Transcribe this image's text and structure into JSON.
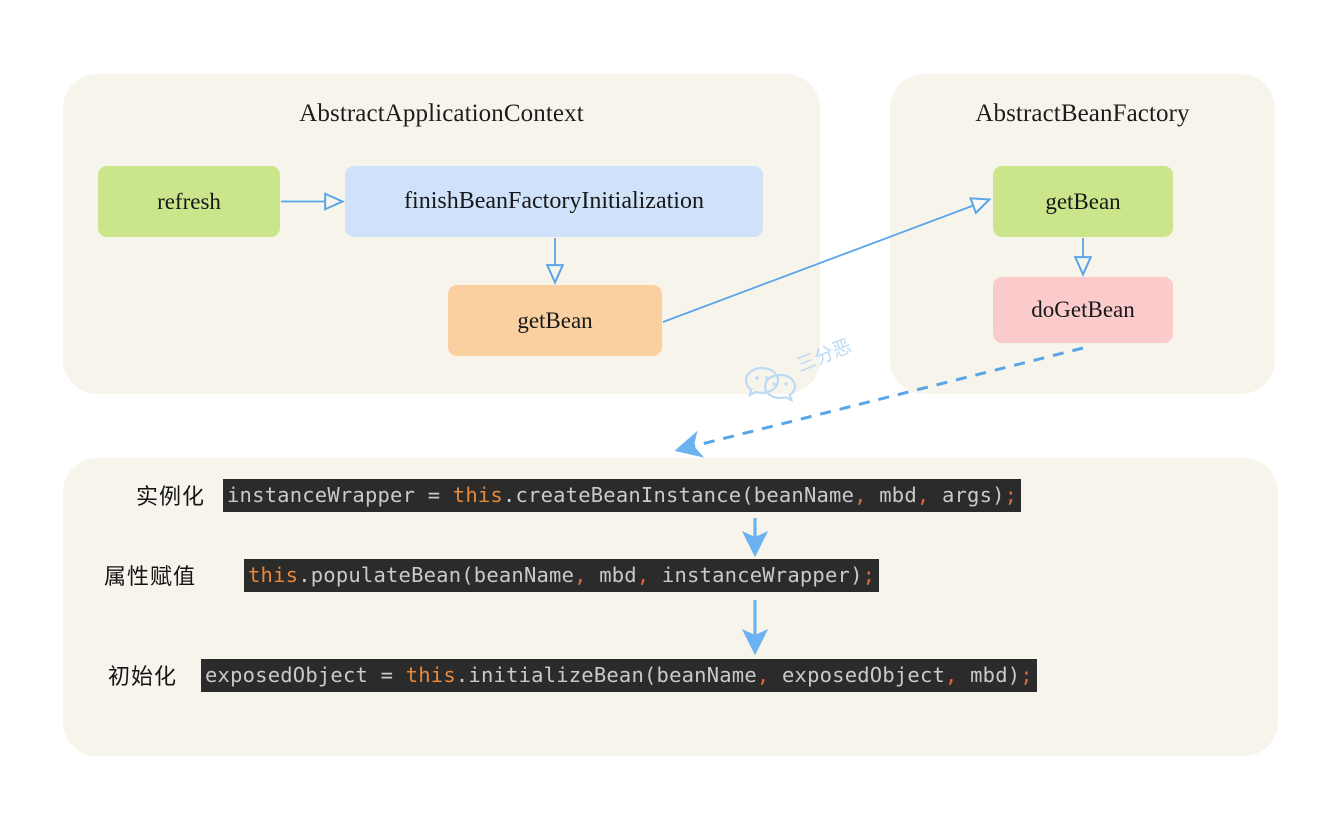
{
  "page": {
    "background": "#ffffff",
    "panel_background": "#f7f4ec",
    "accent_blue": "#58a5e8"
  },
  "panels": [
    {
      "id": "abstract-application-context",
      "title": "AbstractApplicationContext",
      "nodes": [
        {
          "label": "refresh",
          "color": "#cbe58b"
        },
        {
          "label": "finishBeanFactoryInitialization",
          "color": "#cfe2fa"
        },
        {
          "label": "getBean",
          "color": "#fbd0a0"
        }
      ]
    },
    {
      "id": "abstract-bean-factory",
      "title": "AbstractBeanFactory",
      "nodes": [
        {
          "label": "getBean",
          "color": "#cbe58b"
        },
        {
          "label": "doGetBean",
          "color": "#fbcaca"
        }
      ]
    }
  ],
  "code_panel": {
    "rows": [
      {
        "label": "实例化",
        "code_tokens": [
          {
            "t": "instanceWrapper = ",
            "c": "plain"
          },
          {
            "t": "this",
            "c": "kw"
          },
          {
            "t": ".createBeanInstance(beanName",
            "c": "plain"
          },
          {
            "t": ",",
            "c": "pct"
          },
          {
            "t": " mbd",
            "c": "plain"
          },
          {
            "t": ",",
            "c": "pct"
          },
          {
            "t": " args)",
            "c": "plain"
          },
          {
            "t": ";",
            "c": "pct"
          }
        ],
        "code_plain": "instanceWrapper = this.createBeanInstance(beanName, mbd, args);"
      },
      {
        "label": "属性赋值",
        "code_tokens": [
          {
            "t": "this",
            "c": "kw"
          },
          {
            "t": ".populateBean(beanName",
            "c": "plain"
          },
          {
            "t": ",",
            "c": "pct"
          },
          {
            "t": " mbd",
            "c": "plain"
          },
          {
            "t": ",",
            "c": "pct"
          },
          {
            "t": " instanceWrapper)",
            "c": "plain"
          },
          {
            "t": ";",
            "c": "pct"
          }
        ],
        "code_plain": "this.populateBean(beanName, mbd, instanceWrapper);"
      },
      {
        "label": "初始化",
        "code_tokens": [
          {
            "t": "exposedObject = ",
            "c": "plain"
          },
          {
            "t": "this",
            "c": "kw"
          },
          {
            "t": ".initializeBean(beanName",
            "c": "plain"
          },
          {
            "t": ",",
            "c": "pct"
          },
          {
            "t": " exposedObject",
            "c": "plain"
          },
          {
            "t": ",",
            "c": "pct"
          },
          {
            "t": " mbd)",
            "c": "plain"
          },
          {
            "t": ";",
            "c": "pct"
          }
        ],
        "code_plain": "exposedObject = this.initializeBean(beanName, exposedObject, mbd);"
      }
    ]
  },
  "arrows": [
    {
      "name": "refresh-to-finish",
      "style": "solid",
      "head": "hollow"
    },
    {
      "name": "finish-to-getbean",
      "style": "solid",
      "head": "hollow"
    },
    {
      "name": "ctx-getbean-to-factory-getbean",
      "style": "solid",
      "head": "hollow"
    },
    {
      "name": "factory-getbean-to-dogetbean",
      "style": "solid",
      "head": "hollow"
    },
    {
      "name": "dogetbean-to-code-panel",
      "style": "dashed",
      "head": "solid"
    },
    {
      "name": "code-row1-to-row2",
      "style": "solid",
      "head": "solid"
    },
    {
      "name": "code-row2-to-row3",
      "style": "solid",
      "head": "solid"
    }
  ],
  "watermark": {
    "text": "三分恶",
    "icon": "wechat-icon",
    "color": "#bcd9f5"
  }
}
